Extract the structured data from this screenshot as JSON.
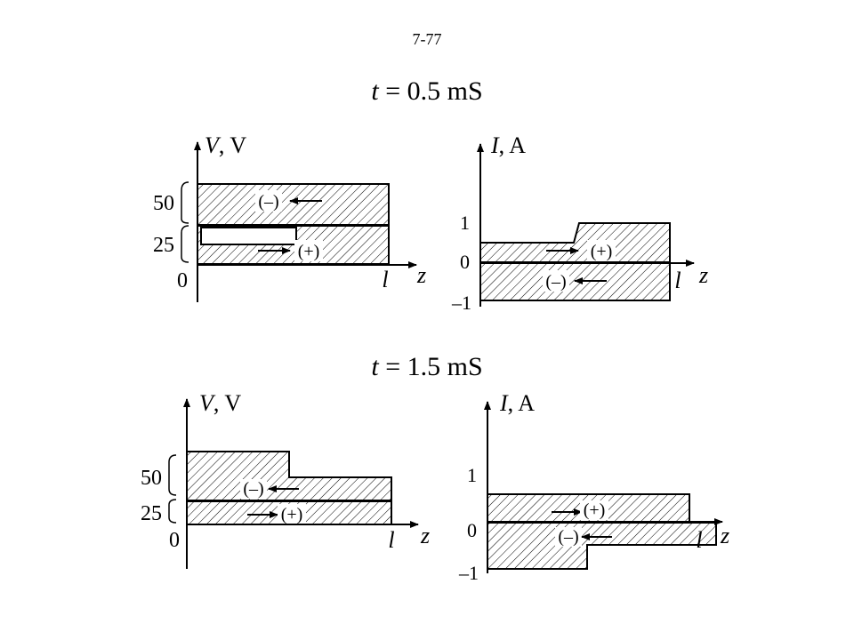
{
  "page": {
    "slide_number": "7-77"
  },
  "sections": [
    {
      "title": "t = 0.5 mS",
      "title_var": "t",
      "title_rest": " = 0.5 mS",
      "voltage_plot": {
        "axis_var": "V",
        "axis_unit": ", V",
        "ticks": [
          "50",
          "25",
          "0"
        ],
        "length_label": "l",
        "position_label": "z",
        "wave_labels": {
          "backward": "(–)",
          "forward": "(+)"
        }
      },
      "current_plot": {
        "axis_var": "I",
        "axis_unit": ", A",
        "ticks": [
          "1",
          "0",
          "–1"
        ],
        "length_label": "l",
        "position_label": "z",
        "wave_labels": {
          "forward": "(+)",
          "backward": "(–)"
        }
      }
    },
    {
      "title": "t = 1.5 mS",
      "title_var": "t",
      "title_rest": " = 1.5 mS",
      "voltage_plot": {
        "axis_var": "V",
        "axis_unit": ", V",
        "ticks": [
          "50",
          "25",
          "0"
        ],
        "length_label": "l",
        "position_label": "z",
        "wave_labels": {
          "backward": "(–)",
          "forward": "(+)"
        }
      },
      "current_plot": {
        "axis_var": "I",
        "axis_unit": ", A",
        "ticks": [
          "1",
          "0",
          "–1"
        ],
        "length_label": "l",
        "position_label": "z",
        "wave_labels": {
          "forward": "(+)",
          "backward": "(–)"
        }
      }
    }
  ]
}
